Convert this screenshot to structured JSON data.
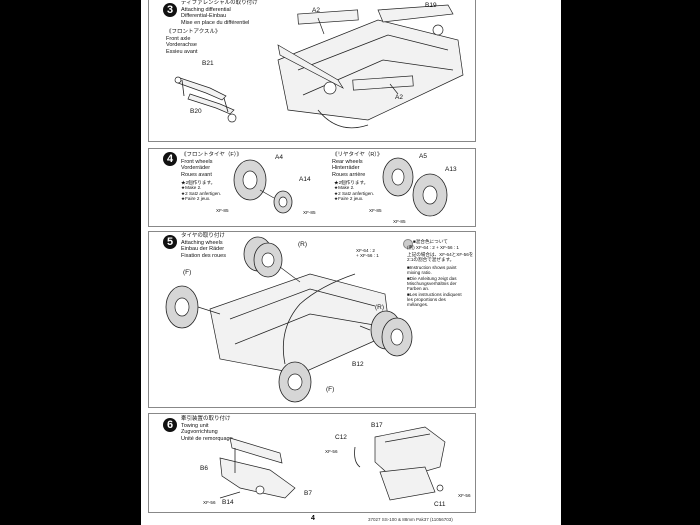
{
  "page_number": "4",
  "footer": "37027 SS-100 & 88mm Pak37 (11056703)",
  "step3": {
    "number": "3",
    "title_jp": "ディファレンシャルの取り付け",
    "title_en": "Attaching differential",
    "title_de": "Differential-Einbau",
    "title_fr": "Mise en place du différentiel",
    "sub_jp": "《フロントアクスル》",
    "sub_en": "Front axle",
    "sub_de": "Vorderachse",
    "sub_fr": "Essieu avant",
    "labels": {
      "a2_top": "A2",
      "b19": "B19",
      "a2_bottom": "A2",
      "b21": "B21",
      "b20": "B20"
    }
  },
  "step4": {
    "number": "4",
    "front_jp": "《フロントタイヤ（F）》",
    "front_en": "Front wheels",
    "front_de": "Vorderräder",
    "front_fr": "Roues avant",
    "front_make_jp": "★2個作ります。",
    "front_make_de": "★Make 2.",
    "front_make_de2": "★2 Satz anfertigen.",
    "front_make_fr": "★Faire 2 jeux.",
    "rear_jp": "《リヤタイヤ（R）》",
    "rear_en": "Rear wheels",
    "rear_de": "Hinterräder",
    "rear_fr": "Roues arrière",
    "rear_make_jp": "★2個作ります。",
    "rear_make_de": "★Make 2.",
    "rear_make_de2": "★2 Satz anfertigen.",
    "rear_make_fr": "★Faire 2 jeux.",
    "labels": {
      "a4": "A4",
      "a14": "A14",
      "xf85_a": "XF-85",
      "xf85_b": "XF-85",
      "a5": "A5",
      "a13": "A13",
      "xf85_c": "XF-85",
      "xf85_d": "XF-85"
    }
  },
  "step5": {
    "number": "5",
    "title_jp": "タイヤの取り付け",
    "title_en": "Attaching wheels",
    "title_de": "Einbau der Räder",
    "title_fr": "Fixation des roues",
    "labels": {
      "r_top": "(R)",
      "f_left": "(F)",
      "r_right": "(R)",
      "f_bottom": "(F)",
      "b12": "B12",
      "paint1": "XF-64 : 2",
      "paint2": "+ XF-56 : 1"
    },
    "note": {
      "jp1": "■混合色について",
      "jp2": "(例) XF-64 : 2 + XF-56 : 1",
      "jp3": "上記の場合は、XF-64とXF-56を2:1の割合で混ぜます。",
      "en1": "■Instruction shows paint",
      "en2": "mixing ratio.",
      "de1": "■Die Anleitung zeigt das",
      "de2": "Mischungsverhältnis der",
      "de3": "Farben an.",
      "fr1": "■Les instructions indiquent",
      "fr2": "les proportions des",
      "fr3": "mélanges."
    }
  },
  "step6": {
    "number": "6",
    "title_jp": "牽引装置の取り付け",
    "title_en": "Towing unit",
    "title_de": "Zugvorrichtung",
    "title_fr": "Unité de remorquage",
    "labels": {
      "b6": "B6",
      "xf56_a": "XF-56",
      "b14": "B14",
      "b7": "B7",
      "c12": "C12",
      "b17": "B17",
      "xf56_b": "XF-56",
      "c11": "C11",
      "xf56_c": "XF-56"
    }
  }
}
